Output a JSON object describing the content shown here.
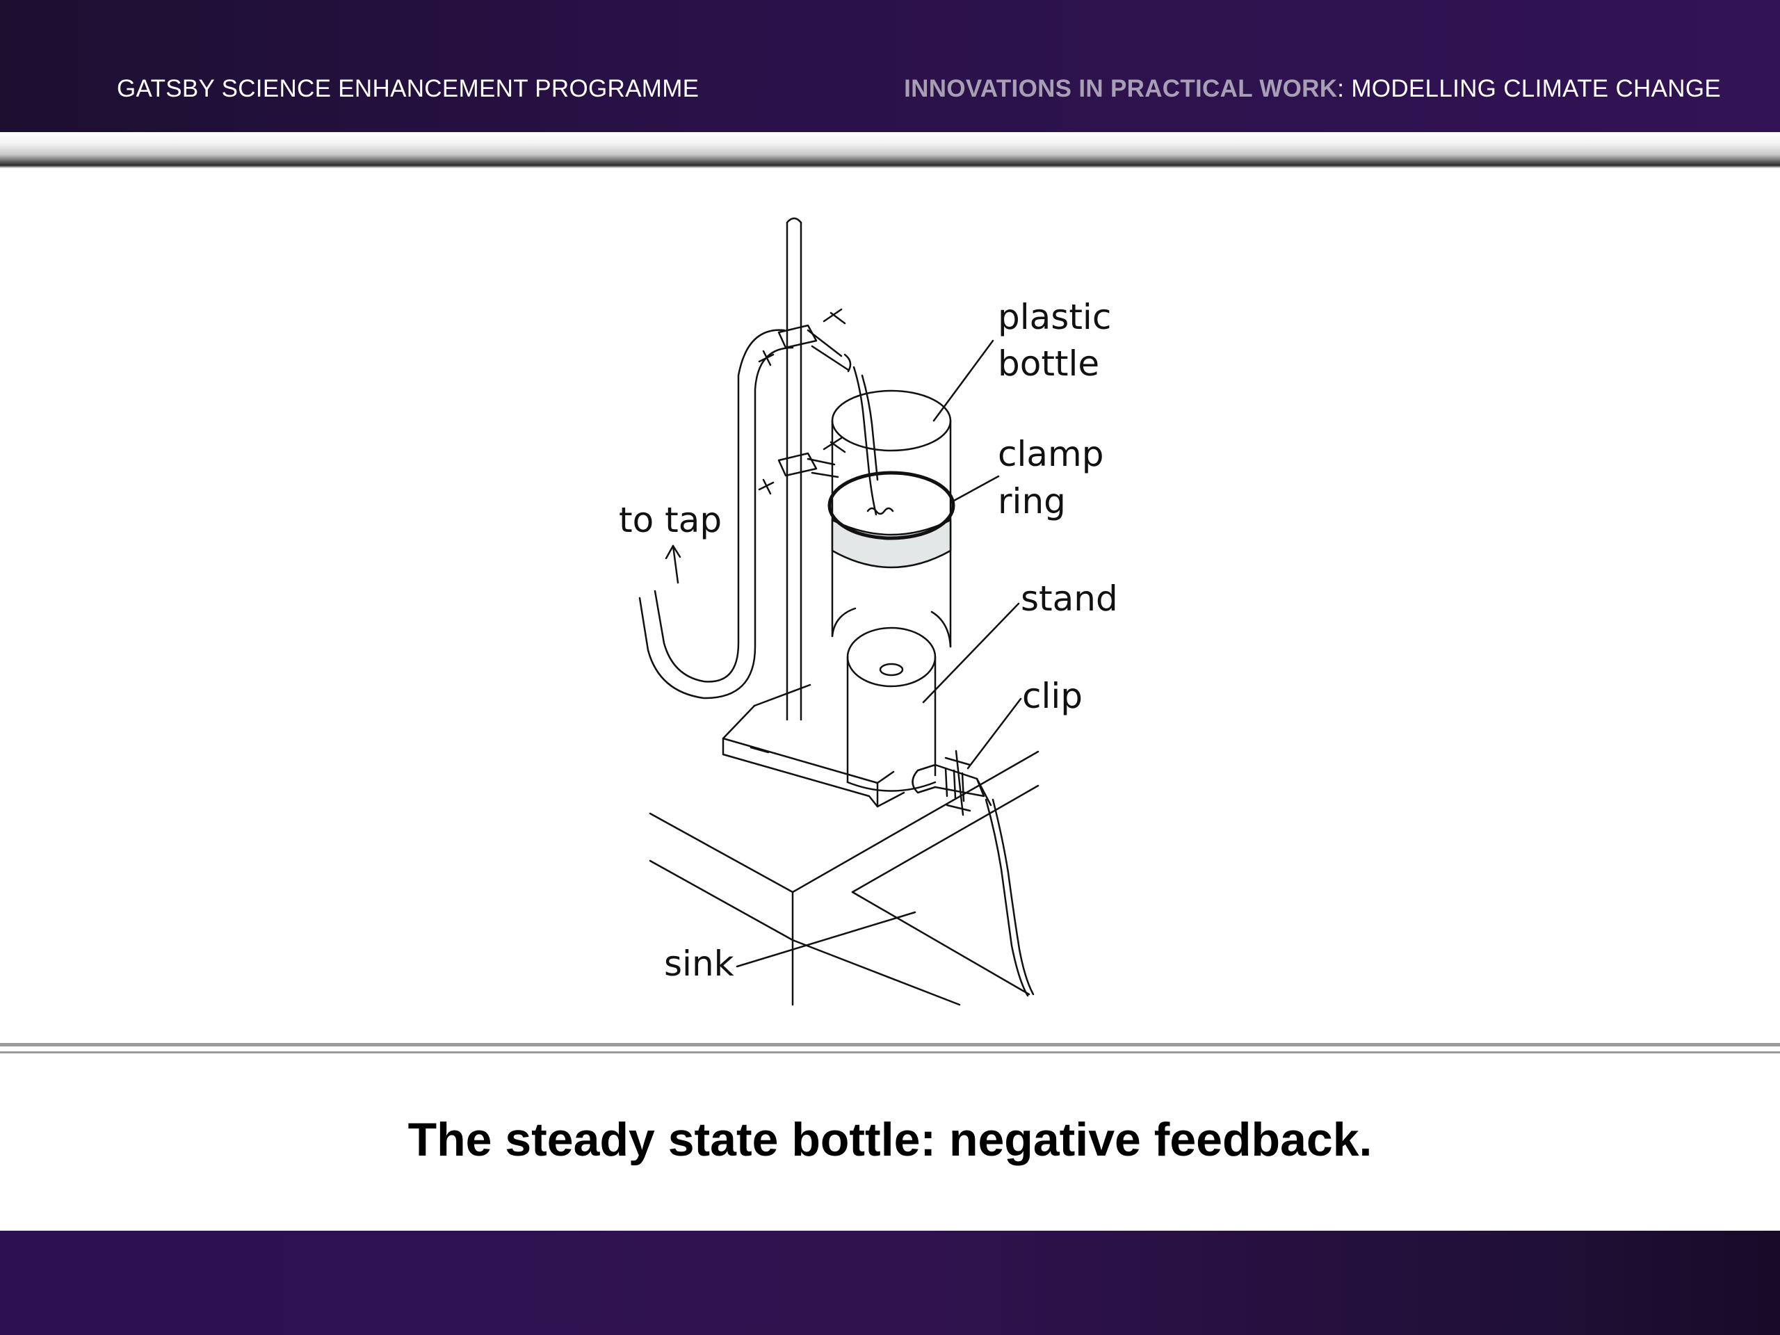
{
  "header": {
    "left_title": "GATSBY SCIENCE ENHANCEMENT PROGRAMME",
    "right_title_muted": "INNOVATIONS IN PRACTICAL WORK",
    "right_title_sep": ":",
    "right_title_bright": " MODELLING CLIMATE CHANGE"
  },
  "diagram": {
    "labels": {
      "plastic": "plastic",
      "bottle": "bottle",
      "clamp": "clamp",
      "ring": "ring",
      "to_tap": "to tap",
      "stand": "stand",
      "clip": "clip",
      "sink": "sink"
    }
  },
  "caption": "The steady state bottle: negative feedback."
}
